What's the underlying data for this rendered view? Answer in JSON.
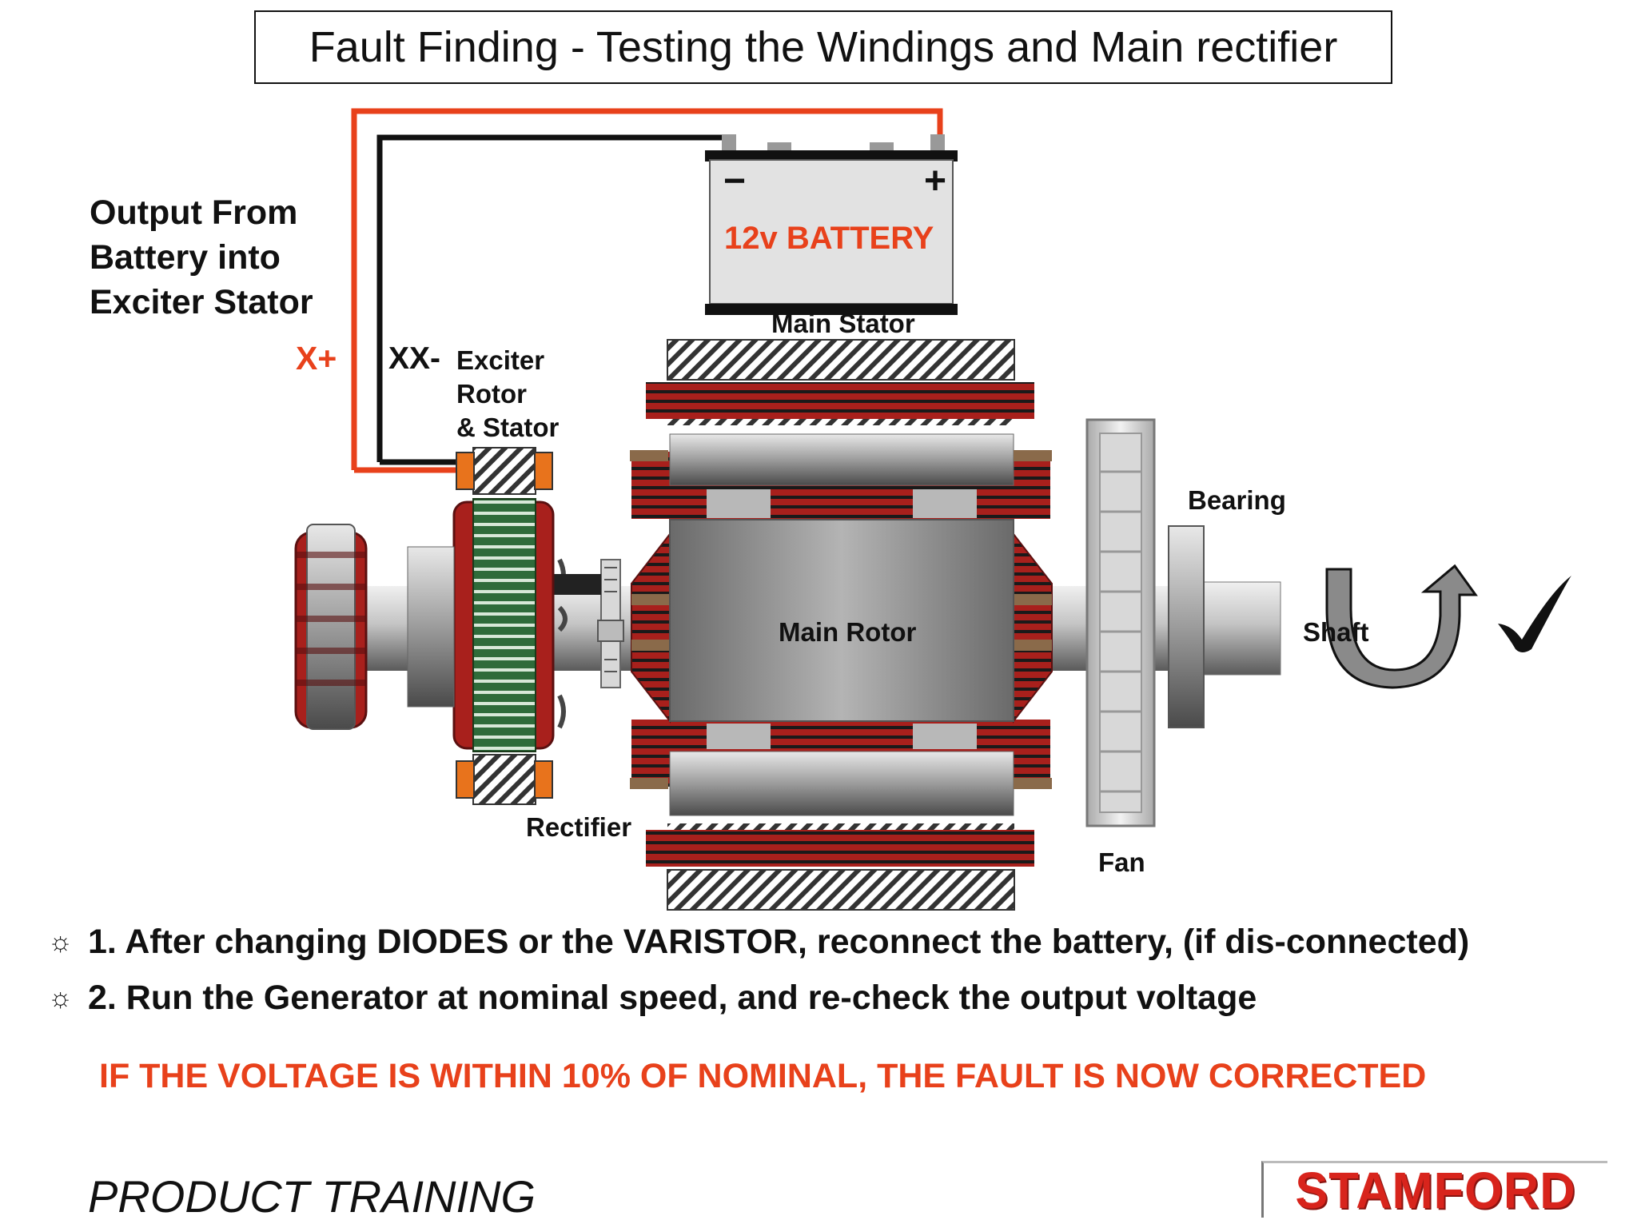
{
  "title": "Fault Finding - Testing the Windings and Main rectifier",
  "labels": {
    "output_line1": "Output From",
    "output_line2": "Battery into",
    "output_line3": "Exciter Stator",
    "x_plus": "X+",
    "xx_minus": "XX-",
    "exciter_line1": "Exciter",
    "exciter_line2": "Rotor",
    "exciter_line3": "& Stator",
    "battery": "12v BATTERY",
    "battery_minus": "−",
    "battery_plus": "+",
    "main_stator": "Main Stator",
    "main_rotor": "Main Rotor",
    "bearing": "Bearing",
    "shaft": "Shaft",
    "rectifier": "Rectifier",
    "fan": "Fan"
  },
  "steps": [
    "1. After changing DIODES or the VARISTOR, reconnect the battery, (if dis-connected)",
    "2. Run the Generator at nominal speed, and re-check the output voltage"
  ],
  "bullet_glyph": "☼",
  "warning": "IF THE VOLTAGE IS WITHIN 10% OF NOMINAL, THE FAULT IS NOW CORRECTED",
  "footer": {
    "left": "PRODUCT TRAINING",
    "logo": "STAMFORD"
  },
  "colors": {
    "accent_red": "#e8411b",
    "winding_red": "#a8201c",
    "logo_red": "#d8241c",
    "terminal_orange": "#e8731c",
    "exciter_green": "#2f6b3a"
  }
}
